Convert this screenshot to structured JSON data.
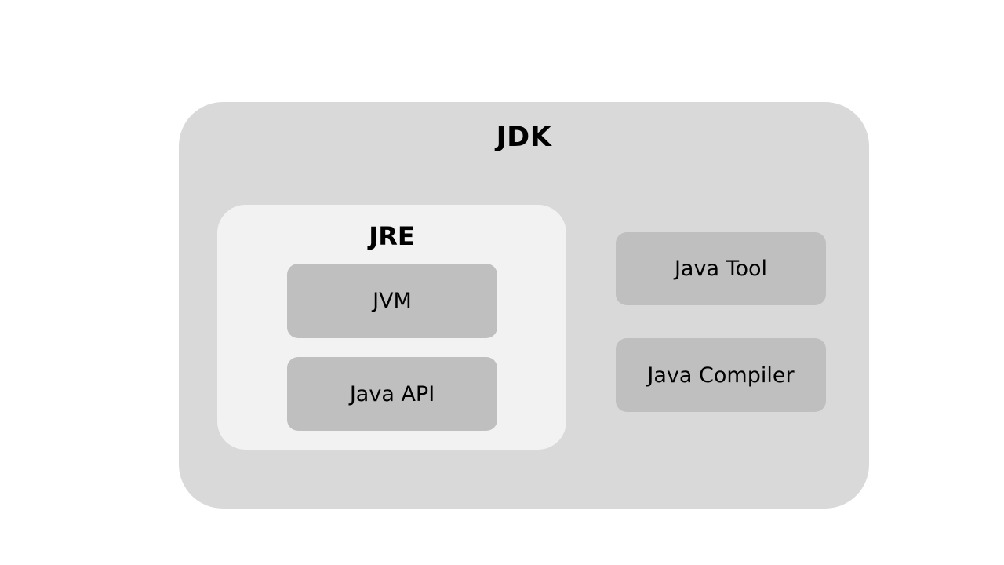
{
  "diagram": {
    "type": "nested-containment",
    "title": "JDK",
    "background_color": "#ffffff",
    "outer": {
      "label": "JDK",
      "fill_color": "#d9d9d9",
      "text_color": "#000000"
    },
    "inner": {
      "label": "JRE",
      "fill_color": "#f2f2f2",
      "text_color": "#000000"
    },
    "component_fill_color": "#bfbfbf",
    "component_text_color": "#000000",
    "jre_components": [
      {
        "label": "JVM"
      },
      {
        "label": "Java API"
      }
    ],
    "jdk_components": [
      {
        "label": "Java Tool"
      },
      {
        "label": "Java Compiler"
      }
    ]
  }
}
